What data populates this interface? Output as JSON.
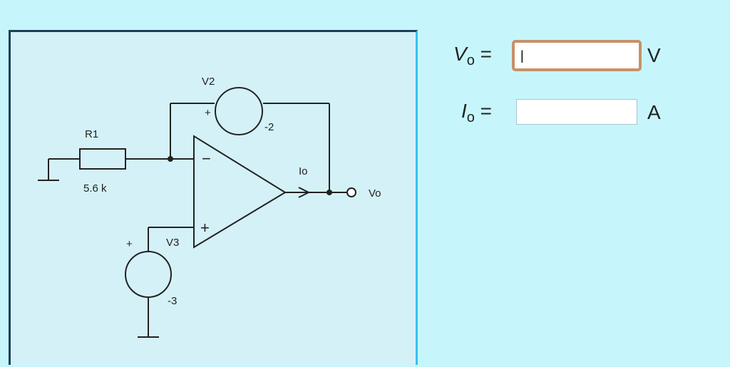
{
  "circuit": {
    "r1": {
      "name": "R1",
      "value": "5.6 k"
    },
    "v2": {
      "name": "V2",
      "plus": "+",
      "value": "-2"
    },
    "v3": {
      "name": "V3",
      "plus": "+",
      "value": "-3"
    },
    "opamp": {
      "minus": "−",
      "plus": "+"
    },
    "current_label": "Io",
    "output_label": "Vo"
  },
  "answers": {
    "vo": {
      "symbol": "V",
      "subscript": "o",
      "equals": "=",
      "value": "|",
      "unit": "V"
    },
    "io": {
      "symbol": "I",
      "subscript": "o",
      "equals": "=",
      "value": "",
      "unit": "A"
    }
  }
}
